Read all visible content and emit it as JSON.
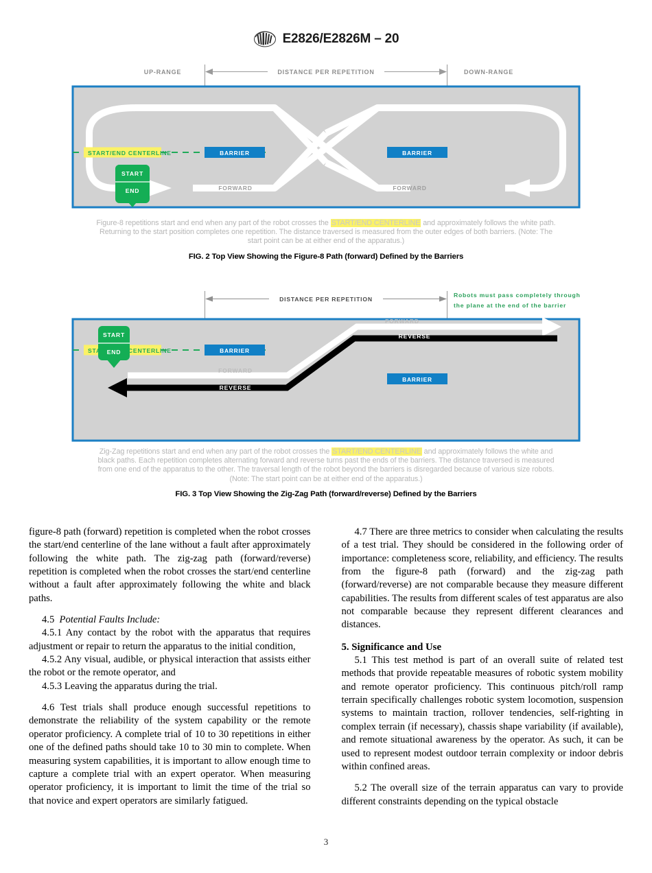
{
  "header": {
    "logo_icon": "astm-logo-icon",
    "standard_designation": "E2826/E2826M – 20"
  },
  "figure_2": {
    "id": "FIG. 2",
    "top_labels": {
      "up_range": "UP-RANGE",
      "distance_per_repetition": "DISTANCE PER REPETITION",
      "down_range": "DOWN-RANGE"
    },
    "diagram_labels": {
      "start": "START",
      "end": "END",
      "centerline": "START/END CENTERLINE",
      "barrier_left": "BARRIER",
      "barrier_right": "BARRIER",
      "forward_left": "FORWARD",
      "forward_right": "FORWARD"
    },
    "note_part_1": "Figure-8 repetitions start and end when any part of the robot crosses the ",
    "note_highlight": "START/END CENTERLINE",
    "note_part_2": " and approximately follows the white path. Returning to the start position completes one repetition. The distance traversed is measured from the outer edges of both barriers. (Note: The start point can be at either end of the apparatus.)",
    "caption": "FIG. 2 Top View Showing the Figure-8 Path (forward) Defined by the Barriers"
  },
  "figure_3": {
    "id": "FIG. 3",
    "top_labels": {
      "distance_per_repetition": "DISTANCE PER REPETITION",
      "green_note_line_1": "Robots must pass completely through",
      "green_note_line_2": "the plane at the end of the barrier"
    },
    "diagram_labels": {
      "start": "START",
      "end": "END",
      "centerline": "START/END CENTERLINE",
      "barrier_left": "BARRIER",
      "barrier_right": "BARRIER",
      "forward_upper": "FORWARD",
      "reverse_upper": "REVERSE",
      "forward_lower": "FORWARD",
      "reverse_lower": "REVERSE"
    },
    "note_part_1": "Zig-Zag repetitions start and end when any part of the robot crosses the ",
    "note_highlight": "START/END CENTERLINE",
    "note_part_2": " and approximately follows the white and black paths. Each repetition completes alternating forward and reverse turns past the ends of the barriers. The distance traversed is measured from one end of the apparatus to the other. The traversal length of the robot beyond the barriers is disregarded because of various size robots. (Note: The start point can be at either end of the apparatus.)",
    "caption": "FIG. 3 Top View Showing the Zig-Zag Path (forward/reverse) Defined by the Barriers"
  },
  "body": {
    "left_column": {
      "continued_paragraph": "figure-8 path (forward) repetition is completed when the robot crosses the start/end centerline of the lane without a fault after approximately following the white path. The zig-zag path (forward/reverse) repetition is completed when the robot crosses the start/end centerline without a fault after approximately following the white and black paths.",
      "p45_number": "4.5",
      "p45_title": "Potential Faults Include:",
      "p451": "4.5.1 Any contact by the robot with the apparatus that requires adjustment or repair to return the apparatus to the initial condition,",
      "p452": "4.5.2 Any visual, audible, or physical interaction that assists either the robot or the remote operator, and",
      "p453": "4.5.3 Leaving the apparatus during the trial.",
      "p46": "4.6 Test trials shall produce enough successful repetitions to demonstrate the reliability of the system capability or the remote operator proficiency. A complete trial of 10 to 30 repetitions in either one of the defined paths should take 10 to 30 min to complete. When measuring system capabilities, it is important to allow enough time to capture a complete trial with an expert operator. When measuring operator proficiency, it is important to limit the time of the trial so that novice and expert operators are similarly fatigued."
    },
    "right_column": {
      "p47": "4.7 There are three metrics to consider when calculating the results of a test trial. They should be considered in the following order of importance: completeness score, reliability, and efficiency. The results from the figure-8 path (forward) and the zig-zag path (forward/reverse) are not comparable because they measure different capabilities. The results from different scales of test apparatus are also not comparable because they represent different clearances and distances.",
      "section_5_heading": "5.  Significance and Use",
      "p51": "5.1 This test method is part of an overall suite of related test methods that provide repeatable measures of robotic system mobility and remote operator proficiency. This continuous pitch/roll ramp terrain specifically challenges robotic system locomotion, suspension systems to maintain traction, rollover tendencies, self-righting in complex terrain (if necessary), chassis shape variability (if available), and remote situational awareness by the operator. As such, it can be used to represent modest outdoor terrain complexity or indoor debris within confined areas.",
      "p52": "5.2 The overall size of the terrain apparatus can vary to provide different constraints depending on the typical obstacle"
    }
  },
  "footer": {
    "page_number": "3"
  },
  "colors": {
    "apparatus_border": "#1b7fc4",
    "apparatus_fill": "#d2d2d2",
    "barrier_blue": "#1180c6",
    "start_end_green": "#14ae55",
    "centerline_green": "#1faa59",
    "highlight_yellow": "#fbf267",
    "path_white": "#ffffff",
    "path_black": "#000000",
    "note_gray": "#b6b6b6",
    "green_annotation": "#2aa05a"
  }
}
